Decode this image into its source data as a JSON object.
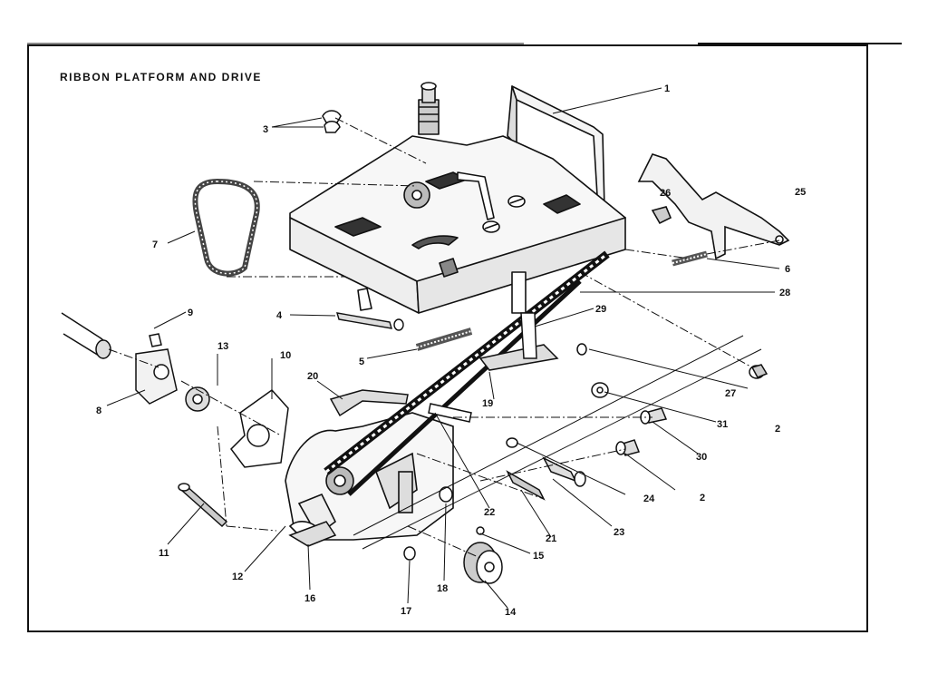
{
  "title": "RIBBON PLATFORM AND DRIVE",
  "callouts": [
    "1",
    "2",
    "3",
    "4",
    "5",
    "6",
    "7",
    "8",
    "9",
    "10",
    "11",
    "12",
    "13",
    "14",
    "15",
    "16",
    "17",
    "18",
    "19",
    "20",
    "21",
    "22",
    "23",
    "24",
    "25",
    "26",
    "27",
    "28",
    "29",
    "30",
    "31"
  ],
  "callout_2_second": "2"
}
